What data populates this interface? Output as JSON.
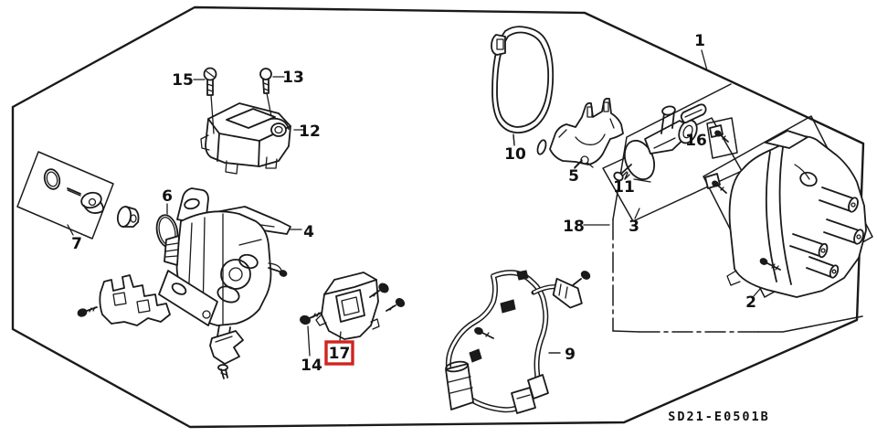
{
  "diagram": {
    "type": "exploded-parts-diagram",
    "drawing_code": "SD21-E0501B",
    "highlighted_part": "17",
    "colors": {
      "line": "#1a1a1a",
      "background": "#ffffff",
      "highlight": "#d02420"
    },
    "parts": [
      {
        "number": "1"
      },
      {
        "number": "2"
      },
      {
        "number": "3"
      },
      {
        "number": "4"
      },
      {
        "number": "5"
      },
      {
        "number": "6"
      },
      {
        "number": "7"
      },
      {
        "number": "9"
      },
      {
        "number": "10"
      },
      {
        "number": "11"
      },
      {
        "number": "12"
      },
      {
        "number": "13"
      },
      {
        "number": "14"
      },
      {
        "number": "15"
      },
      {
        "number": "16"
      },
      {
        "number": "17"
      },
      {
        "number": "18"
      }
    ]
  }
}
